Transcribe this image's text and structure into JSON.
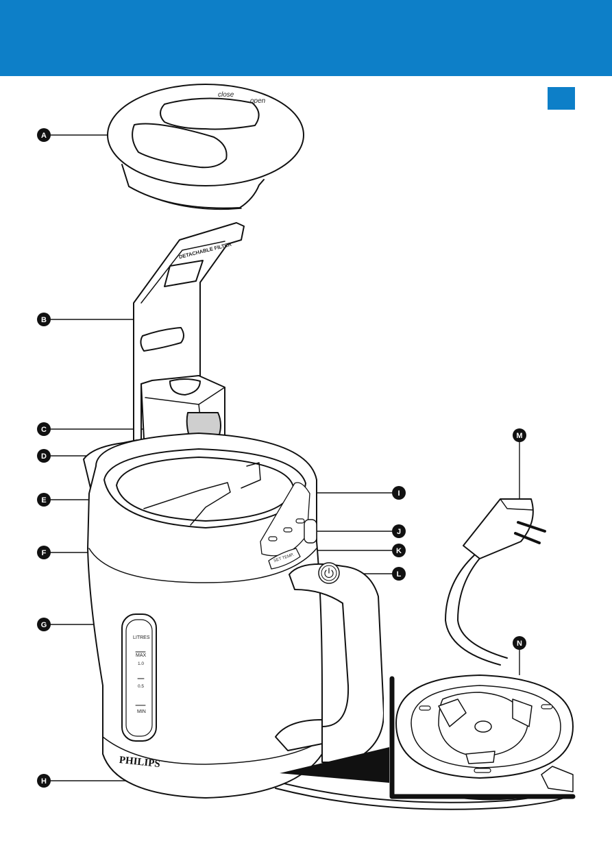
{
  "header": {
    "accent": "#0d7fc8"
  },
  "callouts": {
    "a": "A",
    "b": "B",
    "c": "C",
    "d": "D",
    "e": "E",
    "f": "F",
    "g": "G",
    "h": "H",
    "i": "I",
    "j": "J",
    "k": "K",
    "l": "L",
    "m": "M",
    "n": "N"
  },
  "lid_text": {
    "close": "close",
    "open": "open"
  },
  "filter_text": "DETACHABLE FILTER",
  "gauge": {
    "unit": "LITRES",
    "max": "MAX",
    "max_value": "1.0",
    "mid_value": "0.5",
    "min": "MIN"
  },
  "control_text": {
    "set_temp": "SET TEMP."
  },
  "brand": "PHILIPS"
}
